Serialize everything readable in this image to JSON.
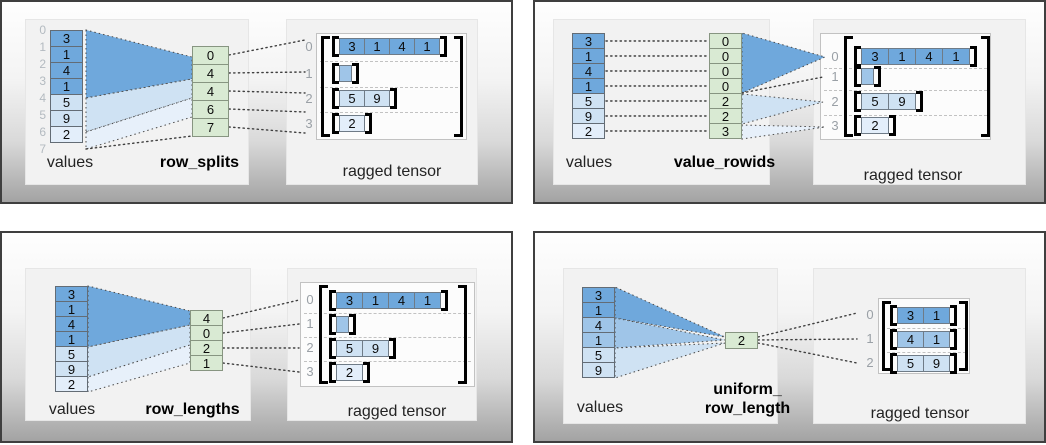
{
  "colors": {
    "cell_dark_blue": "#6fa8dc",
    "cell_medium_blue": "#9fc5e8",
    "cell_light_blue": "#cfe2f3",
    "cell_extra_light_blue": "#e3eefa",
    "param_green": "#d9ead3"
  },
  "panels": [
    {
      "name": "row_splits",
      "values_label": "values",
      "param_label_lines": [
        "row_splits"
      ],
      "tensor_label": "ragged tensor",
      "value_indices": [
        "0",
        "1",
        "2",
        "3",
        "4",
        "5",
        "6",
        "7"
      ],
      "values": [
        "3",
        "1",
        "4",
        "1",
        "5",
        "9",
        "2"
      ],
      "param_values": [
        "0",
        "4",
        "4",
        "6",
        "7"
      ],
      "tensor_row_indices": [
        "0",
        "1",
        "2",
        "3"
      ],
      "tensor_rows": [
        [
          "3",
          "1",
          "4",
          "1"
        ],
        [],
        [
          "5",
          "9"
        ],
        [
          "2"
        ]
      ]
    },
    {
      "name": "value_rowids",
      "values_label": "values",
      "param_label_lines": [
        "value_rowids"
      ],
      "tensor_label": "ragged tensor",
      "values": [
        "3",
        "1",
        "4",
        "1",
        "5",
        "9",
        "2"
      ],
      "param_values": [
        "0",
        "0",
        "0",
        "0",
        "2",
        "2",
        "3"
      ],
      "tensor_row_indices": [
        "0",
        "1",
        "2",
        "3"
      ],
      "tensor_rows": [
        [
          "3",
          "1",
          "4",
          "1"
        ],
        [],
        [
          "5",
          "9"
        ],
        [
          "2"
        ]
      ]
    },
    {
      "name": "row_lengths",
      "values_label": "values",
      "param_label_lines": [
        "row_lengths"
      ],
      "tensor_label": "ragged tensor",
      "values": [
        "3",
        "1",
        "4",
        "1",
        "5",
        "9",
        "2"
      ],
      "param_values": [
        "4",
        "0",
        "2",
        "1"
      ],
      "tensor_row_indices": [
        "0",
        "1",
        "2",
        "3"
      ],
      "tensor_rows": [
        [
          "3",
          "1",
          "4",
          "1"
        ],
        [],
        [
          "5",
          "9"
        ],
        [
          "2"
        ]
      ]
    },
    {
      "name": "uniform_row_length",
      "values_label": "values",
      "param_label_lines": [
        "uniform_",
        "row_length"
      ],
      "tensor_label": "ragged tensor",
      "values": [
        "3",
        "1",
        "4",
        "1",
        "5",
        "9"
      ],
      "param_values": [
        "2"
      ],
      "tensor_row_indices": [
        "0",
        "1",
        "2"
      ],
      "tensor_rows": [
        [
          "3",
          "1"
        ],
        [
          "4",
          "1"
        ],
        [
          "5",
          "9"
        ]
      ]
    }
  ]
}
